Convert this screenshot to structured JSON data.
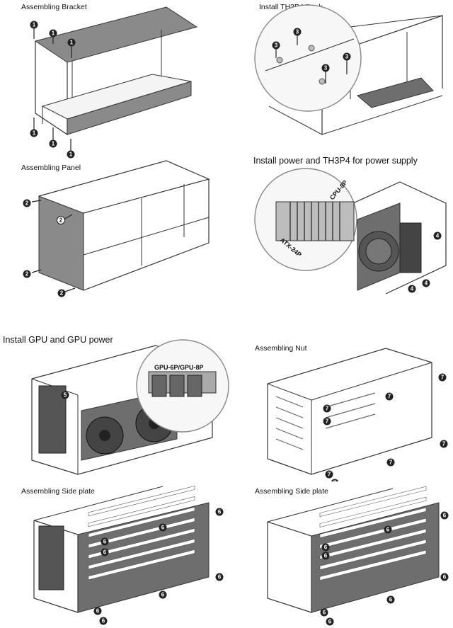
{
  "steps": [
    {
      "title": "Assembling Bracket",
      "badge": "1"
    },
    {
      "title": "Install TH3P4 Dock",
      "badge": "3"
    },
    {
      "title": "Assembling Panel",
      "badge": "2"
    },
    {
      "title": "Install power and TH3P4 for power supply",
      "badge": "4",
      "callouts": {
        "cpu": "CPU-8P",
        "atx": "ATX-24P"
      }
    },
    {
      "title": "Install GPU and GPU power",
      "badge": "5",
      "callouts": {
        "gpu": "GPU-6P/GPU-8P"
      }
    },
    {
      "title": "Assembling Nut",
      "badge": "7"
    },
    {
      "title": "Assembling Side plate",
      "badge": "6"
    },
    {
      "title": "Assembling Side plate",
      "badge": "6"
    }
  ]
}
